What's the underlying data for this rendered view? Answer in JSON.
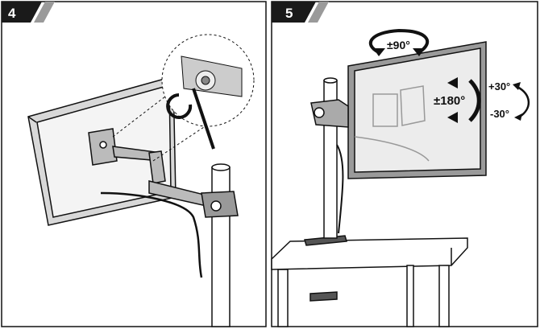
{
  "steps": [
    {
      "number": "4"
    },
    {
      "number": "5"
    }
  ],
  "step5": {
    "swivel_label": "±90°",
    "rotate_label": "±180°",
    "tilt_up_label": "+30°",
    "tilt_down_label": "-30°"
  },
  "colors": {
    "badge": "#1a1a1a",
    "stripe": "#9a9a9a",
    "line": "#111111",
    "monitor_fill": "#e8e8e8"
  }
}
